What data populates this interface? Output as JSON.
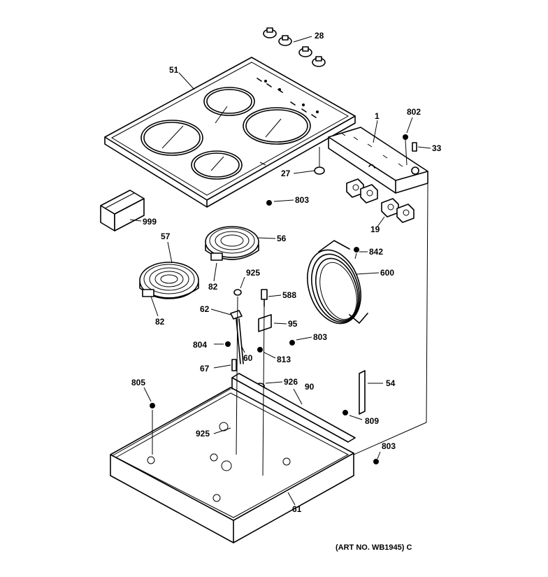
{
  "callouts": [
    {
      "id": "28",
      "text": "28"
    },
    {
      "id": "51",
      "text": "51"
    },
    {
      "id": "1",
      "text": "1"
    },
    {
      "id": "802",
      "text": "802"
    },
    {
      "id": "33",
      "text": "33"
    },
    {
      "id": "27",
      "text": "27"
    },
    {
      "id": "803a",
      "text": "803"
    },
    {
      "id": "999",
      "text": "999"
    },
    {
      "id": "19",
      "text": "19"
    },
    {
      "id": "57",
      "text": "57"
    },
    {
      "id": "56",
      "text": "56"
    },
    {
      "id": "842",
      "text": "842"
    },
    {
      "id": "600",
      "text": "600"
    },
    {
      "id": "925a",
      "text": "925"
    },
    {
      "id": "82a",
      "text": "82"
    },
    {
      "id": "588",
      "text": "588"
    },
    {
      "id": "82b",
      "text": "82"
    },
    {
      "id": "62",
      "text": "62"
    },
    {
      "id": "95",
      "text": "95"
    },
    {
      "id": "803b",
      "text": "803"
    },
    {
      "id": "804",
      "text": "804"
    },
    {
      "id": "60",
      "text": "60"
    },
    {
      "id": "813",
      "text": "813"
    },
    {
      "id": "67",
      "text": "67"
    },
    {
      "id": "805",
      "text": "805"
    },
    {
      "id": "926",
      "text": "926"
    },
    {
      "id": "90",
      "text": "90"
    },
    {
      "id": "54",
      "text": "54"
    },
    {
      "id": "809",
      "text": "809"
    },
    {
      "id": "925b",
      "text": "925"
    },
    {
      "id": "803c",
      "text": "803"
    },
    {
      "id": "61",
      "text": "61"
    }
  ],
  "art_number": "(ART NO. WB1945) C"
}
